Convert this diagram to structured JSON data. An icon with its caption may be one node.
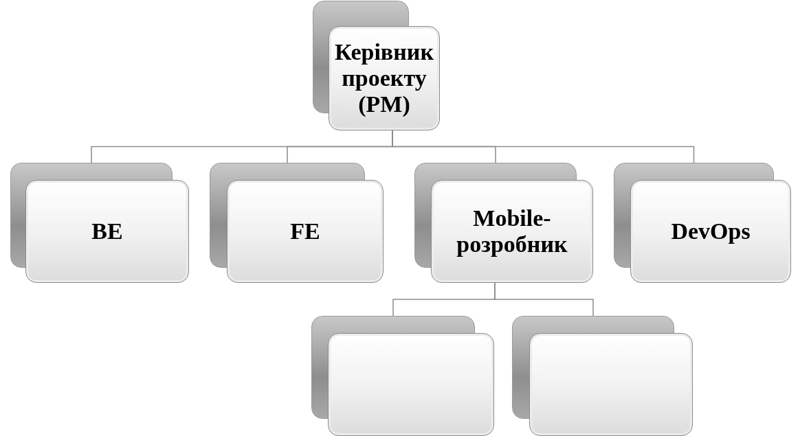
{
  "diagram": {
    "nodes": [
      {
        "text": [
          "Керівник проекту (PM)"
        ]
      },
      {
        "text": [
          "BE"
        ]
      },
      {
        "text": [
          "FE"
        ]
      },
      {
        "text": [
          "Mobile-розробник"
        ]
      },
      {
        "text": [
          "DevOps"
        ]
      },
      {
        "text": [],
        "shape": "box"
      },
      {
        "text": [],
        "shape": "box"
      }
    ],
    "edges": [
      {
        "from": 0,
        "to": 1,
        "arrow": "none"
      },
      {
        "from": 0,
        "to": 2,
        "arrow": "none"
      },
      {
        "from": 0,
        "to": 3,
        "arrow": "none"
      },
      {
        "from": 0,
        "to": 4,
        "arrow": "none"
      },
      {
        "from": 3,
        "to": 5,
        "arrow": "none"
      },
      {
        "from": 3,
        "to": 6,
        "arrow": "none"
      }
    ]
  }
}
